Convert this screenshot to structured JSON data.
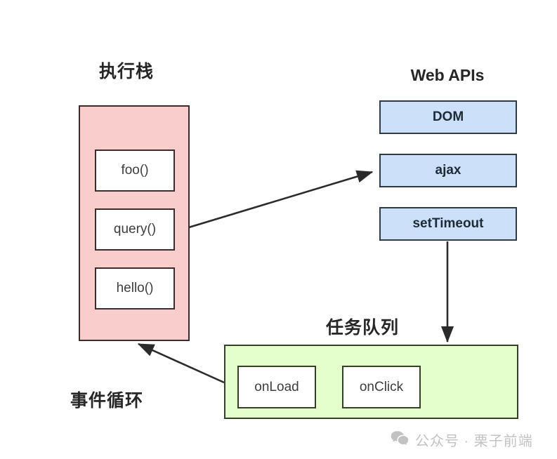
{
  "diagram": {
    "title_call_stack": "执行栈",
    "title_web_apis": "Web APIs",
    "title_task_queue": "任务队列",
    "title_event_loop": "事件循环",
    "call_stack": {
      "frames": [
        {
          "label": "foo()"
        },
        {
          "label": "query()"
        },
        {
          "label": "hello()"
        }
      ]
    },
    "web_apis": {
      "items": [
        {
          "label": "DOM"
        },
        {
          "label": "ajax"
        },
        {
          "label": "setTimeout"
        }
      ]
    },
    "task_queue": {
      "items": [
        {
          "label": "onLoad"
        },
        {
          "label": "onClick"
        }
      ]
    },
    "arrows": [
      {
        "name": "query-to-ajax",
        "from": "query()",
        "to": "ajax"
      },
      {
        "name": "settimeout-to-task-queue",
        "from": "setTimeout",
        "to": "任务队列"
      },
      {
        "name": "task-queue-to-call-stack",
        "from": "任务队列",
        "to": "执行栈"
      }
    ],
    "colors": {
      "call_stack_fill": "#facdcd",
      "call_stack_stroke": "#3b2b2b",
      "web_api_fill": "#cce0fa",
      "web_api_stroke": "#2f3a45",
      "task_queue_fill": "#e4ffcc",
      "task_queue_stroke": "#343f2a",
      "inner_box_fill": "#ffffff",
      "text": "#3d3d3d",
      "arrow": "#2b2b2b",
      "watermark": "#c2c2c2",
      "background": "#ffffff"
    }
  },
  "watermark": {
    "icon": "wechat-icon",
    "text": "公众号 · 栗子前端"
  }
}
